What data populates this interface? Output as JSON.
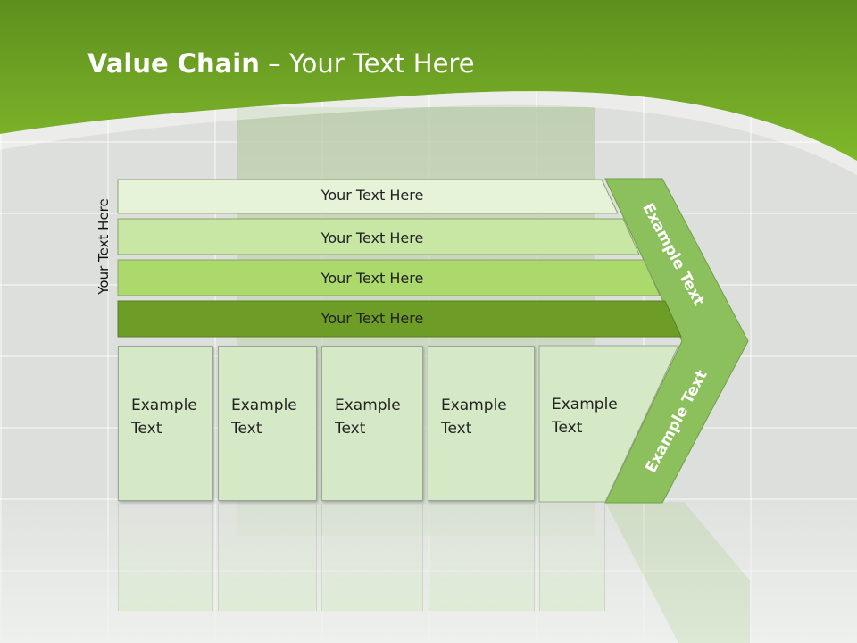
{
  "title": {
    "bold": "Value Chain",
    "rest": " – Your Text Here"
  },
  "side_label": "Your Text Here",
  "bars": [
    {
      "label": "Your Text Here"
    },
    {
      "label": "Your Text Here"
    },
    {
      "label": "Your Text Here"
    },
    {
      "label": "Your Text Here"
    }
  ],
  "boxes": [
    {
      "line1": "Example",
      "line2": "Text"
    },
    {
      "line1": "Example",
      "line2": "Text"
    },
    {
      "line1": "Example",
      "line2": "Text"
    },
    {
      "line1": "Example",
      "line2": "Text"
    },
    {
      "line1": "Example",
      "line2": "Text"
    }
  ],
  "arrow": {
    "upper": "Example Text",
    "lower": "Example Text"
  },
  "colors": {
    "header_green": "#6fa822",
    "bar1": "#e6f3d8",
    "bar2": "#c8e6a4",
    "bar3": "#acd96c",
    "bar4": "#6d9d26",
    "box_fill": "#d6e9c6",
    "arrow_green": "#8cc05c"
  }
}
